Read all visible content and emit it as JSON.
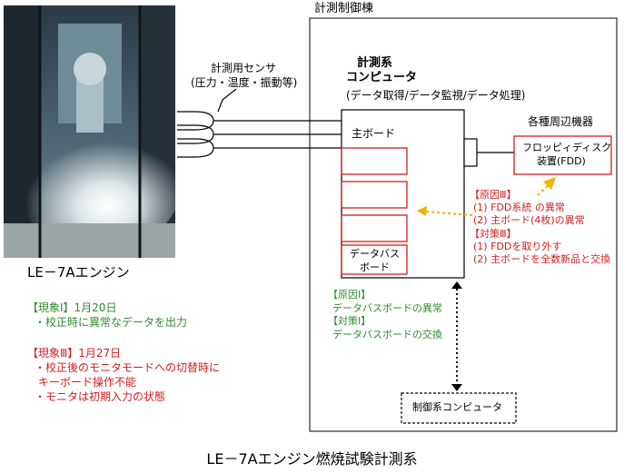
{
  "building_label": "計測制御棟",
  "sensor": {
    "line1": "計測用センサ",
    "line2": "(圧力・温度・振動等)"
  },
  "computer": {
    "title1": "計測系",
    "title2": "コンピュータ",
    "subtitle": "(データ取得/データ監視/データ処理)"
  },
  "main_board_label": "主ボード",
  "databus_board": {
    "line1": "データバス",
    "line2": "ボード"
  },
  "peripherals": {
    "label": "各種周辺機器",
    "fdd_line1": "フロッピィディスク",
    "fdd_line2": "装置(FDD)"
  },
  "cause3": {
    "heading": "【原因Ⅲ】",
    "item1": "(1) FDD系統 の異常",
    "item2": "(2) 主ボード(4枚)の異常",
    "measure_heading": "【対策Ⅲ】",
    "measure1": "(1) FDDを取り外す",
    "measure2": "(2) 主ボードを全数新品と交換"
  },
  "cause1": {
    "heading": "【原因Ⅰ】",
    "item": "データバスボードの異常",
    "measure_heading": "【対策Ⅰ】",
    "measure": "データバスボードの交換"
  },
  "control_computer_label": "制御系コンピュータ",
  "engine_label": "LE－7Aエンジン",
  "event1": {
    "heading": "【現象Ⅰ】1月20日",
    "item": "・校正時に異常なデータを出力"
  },
  "event3": {
    "heading": "【現象Ⅲ】1月27日",
    "item1": "・校正後のモニタモードへの切替時に",
    "item2": "キーボード操作不能",
    "item3": "・モニタは初期入力の状態"
  },
  "caption": "LE－7Aエンジン燃焼試験計測系",
  "colors": {
    "red": "#d21e1e",
    "green": "#2e8b2e",
    "arrow": "#f0b400"
  }
}
